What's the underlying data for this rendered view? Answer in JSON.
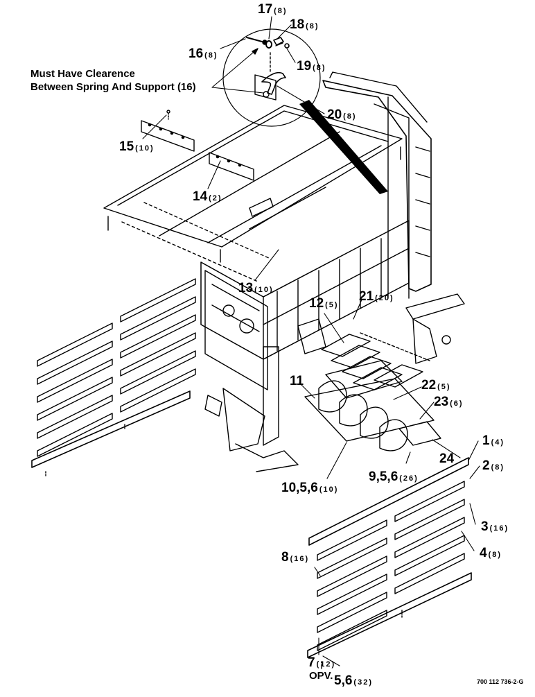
{
  "note": {
    "line1": "Must Have Clearence",
    "line2": "Between Spring And Support (16)"
  },
  "callouts": [
    {
      "id": "17",
      "label": "17",
      "qty": "(8)"
    },
    {
      "id": "18",
      "label": "18",
      "qty": "(8)"
    },
    {
      "id": "16",
      "label": "16",
      "qty": "(8)"
    },
    {
      "id": "19",
      "label": "19",
      "qty": "(8)"
    },
    {
      "id": "20",
      "label": "20",
      "qty": "(8)"
    },
    {
      "id": "15",
      "label": "15",
      "qty": "(10)"
    },
    {
      "id": "14",
      "label": "14",
      "qty": "(2)"
    },
    {
      "id": "13",
      "label": "13",
      "qty": "(10)"
    },
    {
      "id": "12",
      "label": "12",
      "qty": "(5)"
    },
    {
      "id": "21",
      "label": "21",
      "qty": "(20)"
    },
    {
      "id": "11",
      "label": "11",
      "qty": ""
    },
    {
      "id": "22",
      "label": "22",
      "qty": "(5)"
    },
    {
      "id": "23",
      "label": "23",
      "qty": "(6)"
    },
    {
      "id": "24",
      "label": "24",
      "qty": ""
    },
    {
      "id": "1",
      "label": "1",
      "qty": "(4)"
    },
    {
      "id": "2",
      "label": "2",
      "qty": "(8)"
    },
    {
      "id": "9-5-6",
      "label": "9,5,6",
      "qty": "(26)"
    },
    {
      "id": "10-5-6",
      "label": "10,5,6",
      "qty": "(10)"
    },
    {
      "id": "3",
      "label": "3",
      "qty": "(16)"
    },
    {
      "id": "4",
      "label": "4",
      "qty": "(8)"
    },
    {
      "id": "8",
      "label": "8",
      "qty": "(16)"
    },
    {
      "id": "7",
      "label": "7",
      "qty": "(12)"
    },
    {
      "id": "5-6",
      "label": "5,6",
      "qty": "(32)"
    }
  ],
  "opv_label": "OPV.",
  "doc_number": "700 112 736-2-G"
}
